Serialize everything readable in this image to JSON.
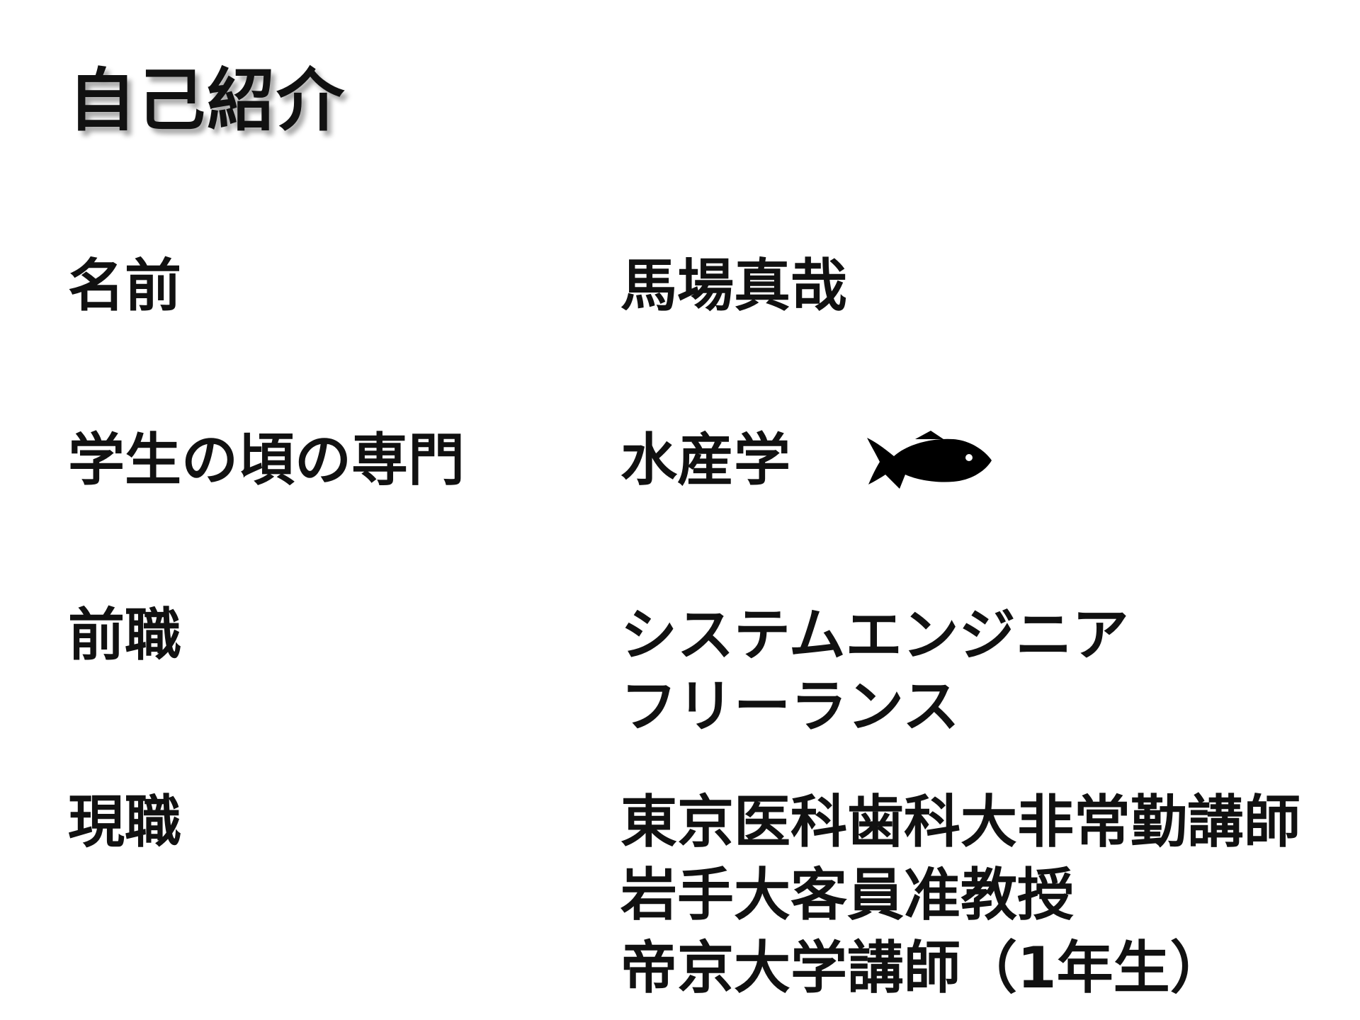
{
  "slide": {
    "title": "自己紹介"
  },
  "rows": {
    "name": {
      "label": "名前",
      "value": "馬場真哉"
    },
    "major": {
      "label": "学生の頃の専門",
      "value": "水産学",
      "icon": "fish-icon"
    },
    "previous_job": {
      "label": "前職",
      "values": [
        "システムエンジニア",
        "フリーランス"
      ]
    },
    "current_job": {
      "label": "現職",
      "values": [
        "東京医科歯科大非常勤講師",
        "岩手大客員准教授",
        "帝京大学講師（1年生）"
      ]
    }
  },
  "colors": {
    "text": "#111111",
    "background": "#ffffff"
  }
}
